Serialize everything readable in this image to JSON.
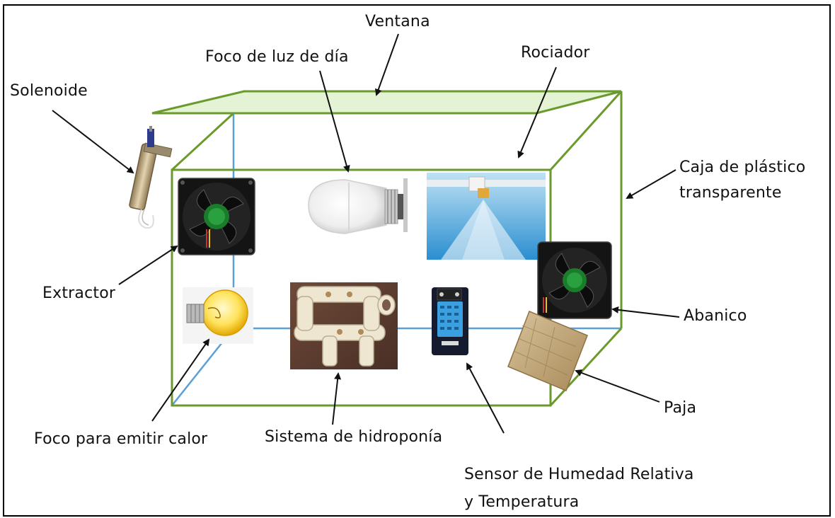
{
  "labels": {
    "ventana": "Ventana",
    "foco_luz_dia": "Foco de luz de día",
    "rociador": "Rociador",
    "solenoide": "Solenoide",
    "caja_line1": "Caja de plástico",
    "caja_line2": "transparente",
    "extractor": "Extractor",
    "abanico": "Abanico",
    "paja": "Paja",
    "foco_calor": "Foco para emitir calor",
    "hidroponia": "Sistema de hidroponía",
    "sensor_line1": "Sensor de Humedad Relativa",
    "sensor_line2": "y Temperatura"
  },
  "colors": {
    "box_edge": "#6a9a2c",
    "hidden_edge": "#5aa0d8",
    "window_fill": "#e3f3d3",
    "arrow": "#111111"
  },
  "icons": [
    "solenoid-icon",
    "fan-icon",
    "light-bulb-icon",
    "sprinkler-icon",
    "heat-bulb-icon",
    "hydroponics-pipes-icon",
    "humidity-sensor-icon",
    "straw-pad-icon"
  ]
}
